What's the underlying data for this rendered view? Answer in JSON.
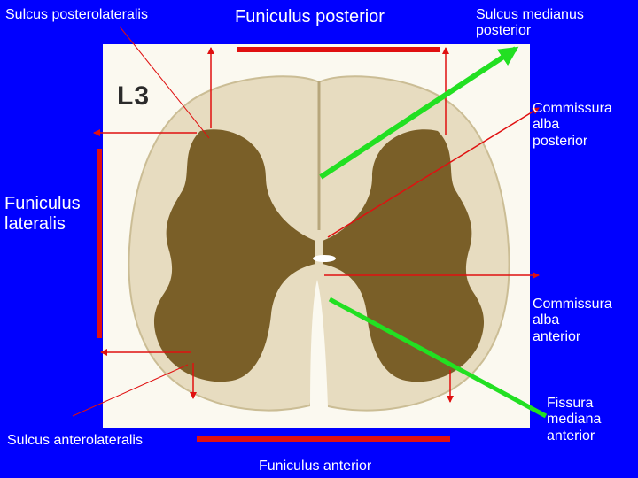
{
  "slide": {
    "background": "#0000ff",
    "text_color": "#ffffff"
  },
  "image": {
    "segment_label": "L3"
  },
  "labels": {
    "sulcus_posterolateralis": "Sulcus posterolateralis",
    "funiculus_posterior": "Funiculus posterior",
    "sulcus_medianus_posterior": "Sulcus medianus\nposterior",
    "commissura_alba_posterior": "Commissura\n   alba\n   posterior",
    "funiculus_lateralis": "Funiculus\nlateralis",
    "commissura_alba_anterior": "Commissura\n   alba\n   anterior",
    "fissura_mediana_anterior": "Fissura\nmediana\nanterior",
    "sulcus_anterolateralis": "Sulcus anterolateralis",
    "funiculus_anterior": "Funiculus anterior"
  },
  "colors": {
    "arrow_red": "#e01010",
    "pointer_green": "#22e022",
    "white_matter": "#e7dcc0",
    "gray_matter": "#7a5f28"
  }
}
